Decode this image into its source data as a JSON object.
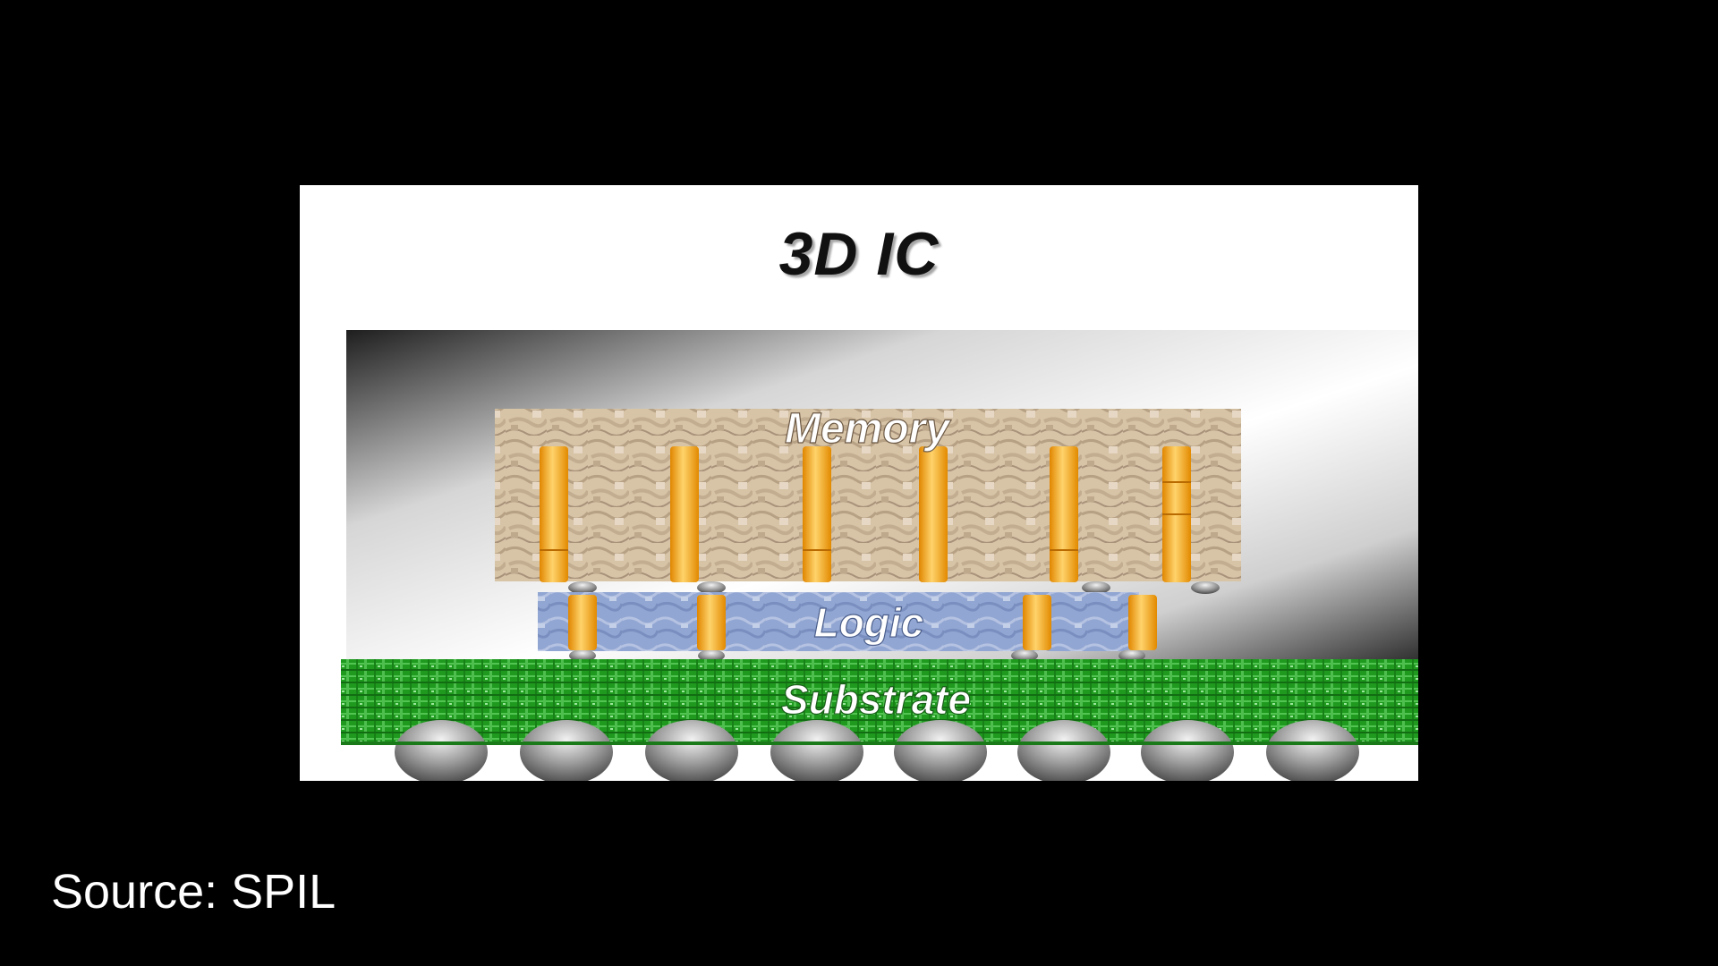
{
  "diagram": {
    "title": "3D IC",
    "layers": {
      "memory": "Memory",
      "logic": "Logic",
      "substrate": "Substrate"
    }
  },
  "caption": "Source: SPIL",
  "colors": {
    "background": "#000000",
    "panel": "#ffffff",
    "memory_die": "#d8c4a8",
    "logic_die": "#8ea3cf",
    "substrate": "#2fa82f",
    "tsv": "#f5a623",
    "solder_ball": "#9a9a9a"
  },
  "icons": [
    "through-silicon-via-icon",
    "solder-ball-icon",
    "micro-bump-icon"
  ]
}
